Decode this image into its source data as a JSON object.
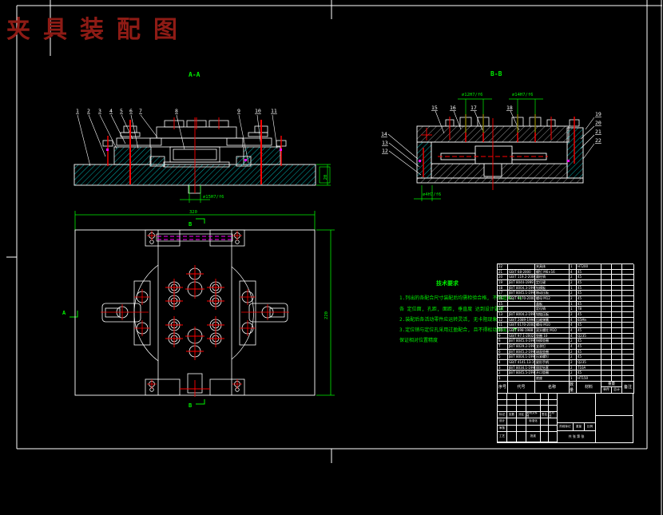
{
  "title": "夹具装配图",
  "views": {
    "aa": {
      "label": "A-A",
      "callouts": [
        "1",
        "2",
        "3",
        "4",
        "5",
        "6",
        "7",
        "8",
        "9",
        "10",
        "11"
      ],
      "dims": {
        "height": "20",
        "bore": "∅15H7/f6"
      }
    },
    "bb": {
      "label": "B-B",
      "callouts_top": [
        "15",
        "16",
        "17",
        "18"
      ],
      "callouts_right": [
        "19",
        "20",
        "21",
        "22"
      ],
      "callouts_left": [
        "14",
        "13",
        "12"
      ],
      "dims": {
        "d1": "∅12H7/f6",
        "d2": "∅14H7/f6",
        "d3": "∅4H7/f6"
      }
    },
    "plan": {
      "dims": {
        "width": "320",
        "height": "220"
      },
      "markers": {
        "b_top": "B",
        "b_bottom": "B",
        "a_left": "A"
      }
    }
  },
  "tech_notes": {
    "title": "技术要求",
    "lines": [
      "1.列出的各配合尺寸装配后均需检验合格, 不得超差, 与",
      "各 定位面, 孔距, 面距, 垂直度 达到设计要求",
      "2.装配后各活动零件应运转灵活, 无卡阻现象",
      "3.定位销与定位孔采用过盈配合, 且不得松动脱出, 并",
      "保证相对位置精度"
    ]
  },
  "bom": {
    "headers": {
      "no": "序号",
      "code": "代号",
      "name": "名称",
      "qty": "数量",
      "material": "材料",
      "weight": "重量",
      "unit": "单件",
      "total": "总计",
      "remark": "备注"
    },
    "rows": [
      [
        "22",
        "",
        "夹具体",
        "1",
        "HT200",
        "",
        "",
        ""
      ],
      [
        "21",
        "GB/T 68-2000",
        "螺钉 M6×16",
        "4",
        "45",
        "",
        "",
        ""
      ],
      [
        "20",
        "GB/T 119.2-2000",
        "圆柱销",
        "2",
        "45",
        "",
        "",
        ""
      ],
      [
        "19",
        "JB/T 8044-1999",
        "定位键",
        "2",
        "45",
        "",
        "",
        ""
      ],
      [
        "18",
        "JB/T 8004.3-1999",
        "钻模板",
        "1",
        "45",
        "",
        "",
        ""
      ],
      [
        "17",
        "JB/T 8045.1-1999",
        "移动压板",
        "2",
        "45",
        "",
        "",
        ""
      ],
      [
        "16",
        "GB/T 6170-2000",
        "螺母 M12",
        "2",
        "45",
        "",
        "",
        ""
      ],
      [
        "15",
        "",
        "盖板",
        "1",
        "45",
        "",
        "",
        ""
      ],
      [
        "14",
        "",
        "定位销",
        "1",
        "T8",
        "",
        "",
        ""
      ],
      [
        "13",
        "JB/T 8004.2-1999",
        "铰链压板",
        "2",
        "45",
        "",
        "",
        ""
      ],
      [
        "12",
        "GB/T 2089-1994",
        "压缩弹簧",
        "4",
        "65Mn",
        "",
        "",
        ""
      ],
      [
        "11",
        "GB/T 6170-2000",
        "螺母 M10",
        "4",
        "45",
        "",
        "",
        ""
      ],
      [
        "10",
        "GB/T 898-1988",
        "双头螺柱 M10",
        "4",
        "45",
        "",
        "",
        ""
      ],
      [
        "9",
        "GB/T 97.1-2002",
        "垫圈 10",
        "4",
        "Q235",
        "",
        "",
        ""
      ],
      [
        "8",
        "JB/T 8045.4-1999",
        "快换垫圈",
        "2",
        "45",
        "",
        "",
        ""
      ],
      [
        "7",
        "JB/T 8029.2-1999",
        "支承钉",
        "4",
        "45",
        "",
        "",
        ""
      ],
      [
        "6",
        "JB/T 8045.2-1999",
        "球面垫圈",
        "2",
        "45",
        "",
        "",
        ""
      ],
      [
        "5",
        "JB/T 8004.1-1999",
        "压紧螺钉",
        "2",
        "45",
        "",
        "",
        ""
      ],
      [
        "4",
        "GB/T 4141.13-1998",
        "星形手柄",
        "2",
        "Q235",
        "",
        "",
        ""
      ],
      [
        "3",
        "JB/T 8034.1-1999",
        "固定钻套",
        "2",
        "T10A",
        "",
        "",
        ""
      ],
      [
        "2",
        "JB/T 8045.5-1999",
        "开口垫圈",
        "2",
        "45",
        "",
        "",
        ""
      ],
      [
        "1",
        "",
        "底座",
        "1",
        "HT150",
        "",
        "",
        ""
      ]
    ]
  },
  "titleblock": {
    "left_grid": [
      [
        "",
        "",
        "",
        "",
        "",
        ""
      ],
      [
        "",
        "",
        "",
        "",
        "",
        ""
      ],
      [
        "",
        "",
        "",
        "",
        "",
        ""
      ],
      [
        "标记",
        "处数",
        "分区",
        "更改文件号",
        "签名",
        "年月日"
      ],
      [
        "设计",
        "",
        "",
        "标准化",
        "",
        ""
      ],
      [
        "审核",
        "",
        "",
        "",
        "",
        ""
      ],
      [
        "工艺",
        "",
        "",
        "批准",
        "",
        ""
      ]
    ],
    "stage": "阶段标记",
    "weight": "重量",
    "scale": "比例",
    "sheet": "共 张 第 张"
  },
  "colors": {
    "background": "#000000",
    "line": "#ffffff",
    "hatch": "#00dcdc",
    "centerline": "#ff0000",
    "dimension": "#00ef00",
    "accent": "#ff00ff",
    "title": "#8e1b15"
  }
}
